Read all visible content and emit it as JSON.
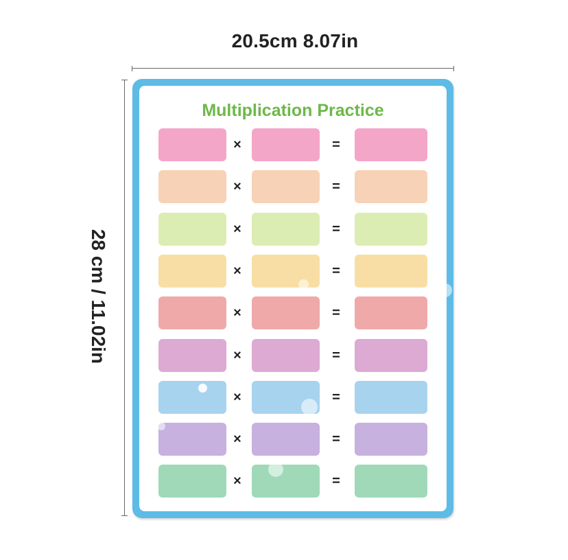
{
  "dimensions": {
    "width_label": "20.5cm 8.07in",
    "height_label": "28 cm / 11.02in"
  },
  "board": {
    "title": "Multiplication Practice",
    "times_symbol": "×",
    "equals_symbol": "=",
    "frame_color": "#5dbbe6",
    "title_color": "#6db84a",
    "rows": [
      {
        "color": "#f4a6c8"
      },
      {
        "color": "#f7d2b6"
      },
      {
        "color": "#dcedb4"
      },
      {
        "color": "#f8dea4"
      },
      {
        "color": "#f0a9a9"
      },
      {
        "color": "#dcaad3"
      },
      {
        "color": "#a8d3ef"
      },
      {
        "color": "#c6b1df"
      },
      {
        "color": "#9fd9b8"
      }
    ]
  }
}
